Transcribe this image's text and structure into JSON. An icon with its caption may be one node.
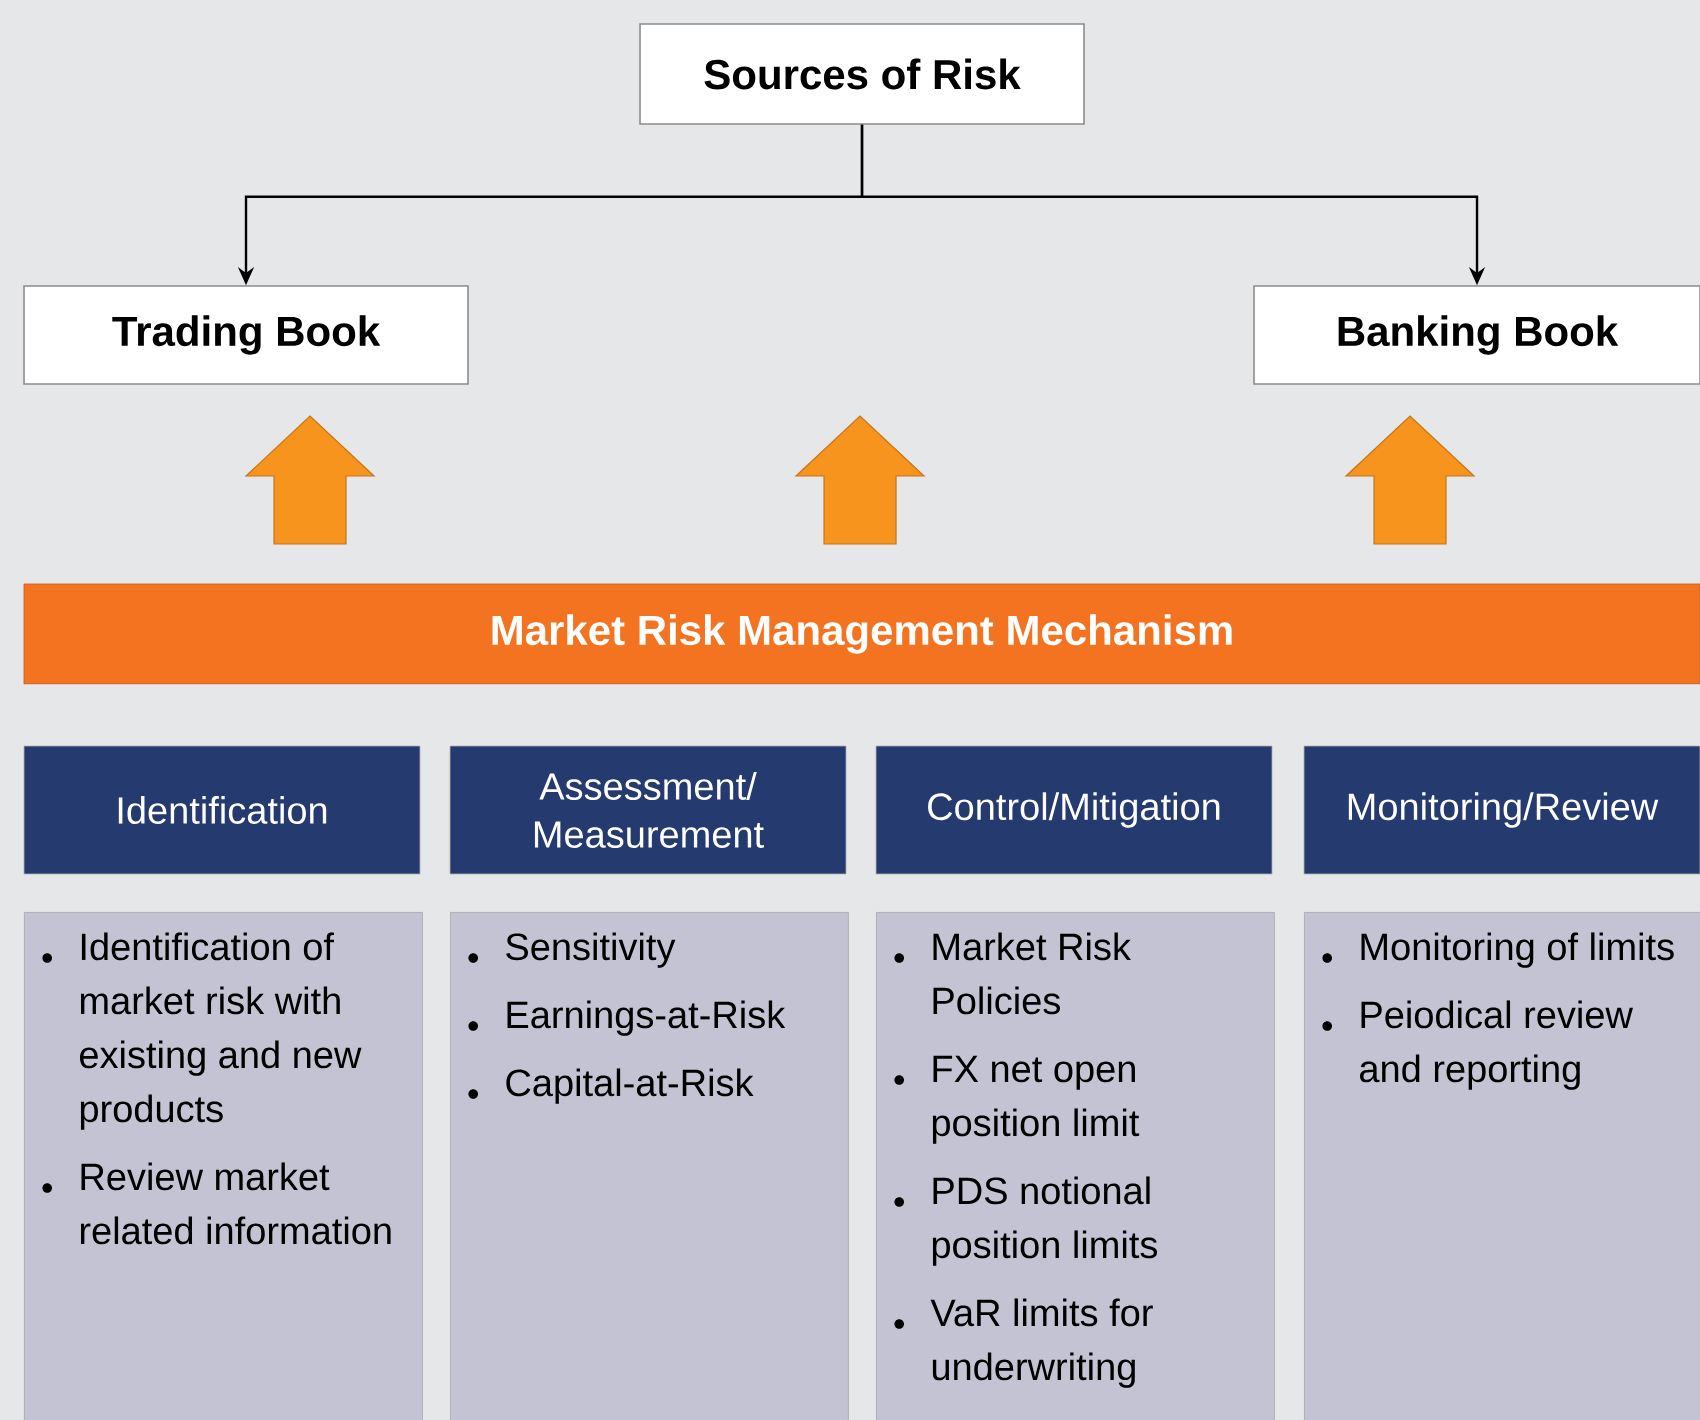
{
  "diagram": {
    "nodes": [
      {
        "text": [
          "Sources of Risk"
        ]
      },
      {
        "text": [
          "Trading Book"
        ]
      },
      {
        "text": [
          "Banking Book"
        ]
      },
      {
        "text": [
          "Market Risk Management Mechanism"
        ]
      },
      {
        "text": [
          "Identification"
        ]
      },
      {
        "text": [
          "Assessment/ Measurement"
        ]
      },
      {
        "text": [
          "Control/Mitigation"
        ]
      },
      {
        "text": [
          "Monitoring/Review"
        ]
      },
      {
        "text": [
          "Identification of market risk with existing and new products",
          "Review market related information"
        ]
      },
      {
        "text": [
          "Sensitivity",
          "Earnings-at-Risk",
          "Capital-at-Risk"
        ]
      },
      {
        "text": [
          "Market Risk Policies",
          "FX net open position limit",
          "PDS notional position limits",
          "VaR limits for underwriting"
        ]
      },
      {
        "text": [
          "Monitoring of limits",
          "Peiodical review and reporting"
        ]
      }
    ],
    "edges": [
      {
        "from": 0,
        "to": 1,
        "arrow": "to"
      },
      {
        "from": 0,
        "to": 2,
        "arrow": "to"
      },
      {
        "from": 3,
        "to": 1,
        "arrow": "to",
        "style": "thick",
        "color": "#f7941d"
      },
      {
        "from": 3,
        "to": null,
        "arrow": "to",
        "style": "thick",
        "color": "#f7941d"
      },
      {
        "from": 3,
        "to": 2,
        "arrow": "to",
        "style": "thick",
        "color": "#f7941d"
      }
    ]
  }
}
